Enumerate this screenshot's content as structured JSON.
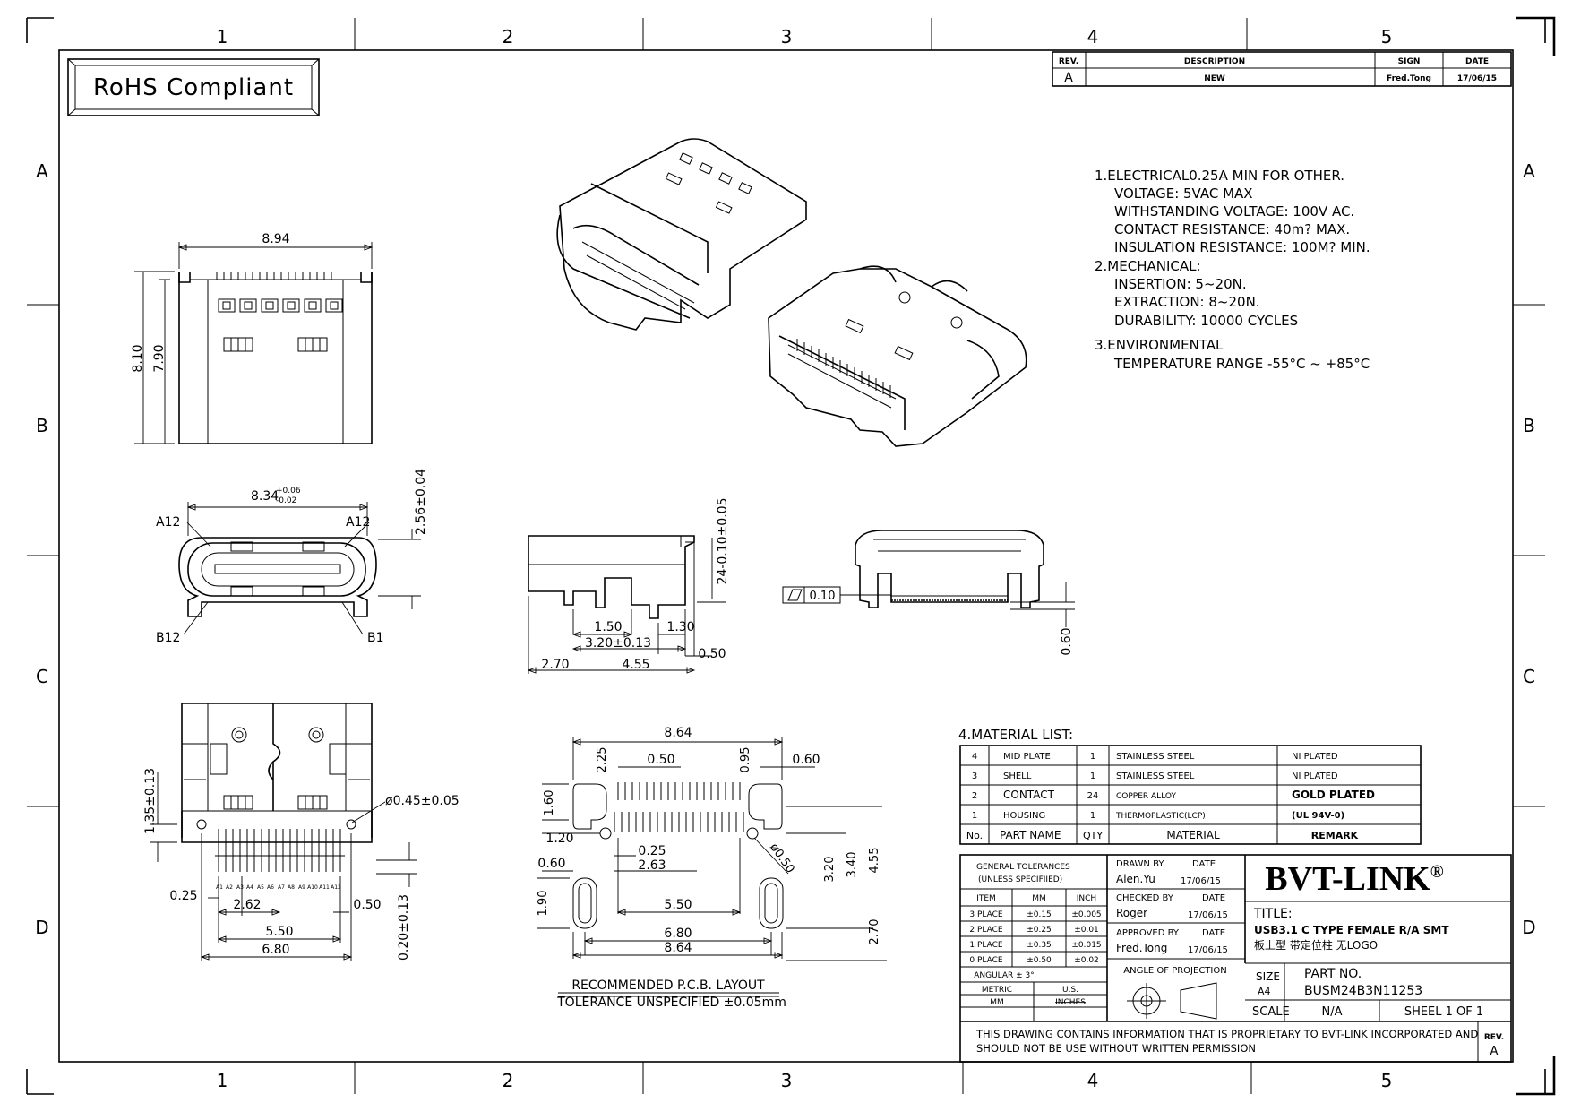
{
  "frame": {
    "columns": [
      "1",
      "2",
      "3",
      "4",
      "5"
    ],
    "rows": [
      "A",
      "B",
      "C",
      "D"
    ]
  },
  "rohs": "RoHS Compliant",
  "revision": {
    "headers": [
      "REV.",
      "DESCRIPTION",
      "SIGN",
      "DATE"
    ],
    "row": [
      "A",
      "NEW",
      "Fred.Tong",
      "17/06/15"
    ]
  },
  "specs": [
    "1.ELECTRICAL0.25A MIN FOR OTHER.",
    "VOLTAGE: 5VAC MAX",
    "WITHSTANDING VOLTAGE: 100V AC.",
    "CONTACT RESISTANCE: 40m? MAX.",
    "INSULATION RESISTANCE: 100M? MIN.",
    "2.MECHANICAL:",
    "INSERTION: 5~20N.",
    "EXTRACTION: 8~20N.",
    "DURABILITY: 10000 CYCLES",
    "3.ENVIRONMENTAL",
    "TEMPERATURE RANGE -55°C ~ +85°C"
  ],
  "top_view": {
    "w": "8.94",
    "h1": "8.10",
    "h2": "7.90"
  },
  "front_view": {
    "w": "8.34",
    "tol_up": "+0.06",
    "tol_dn": "-0.02",
    "h": "2.56±0.04",
    "a12l": "A12",
    "a12r": "A12",
    "b12": "B12",
    "b1": "B1"
  },
  "side_view": {
    "v": "24-0.10±0.05",
    "a": "1.50",
    "b": "1.30",
    "c": "3.20±0.13",
    "d": "0.50",
    "e": "2.70",
    "f": "4.55"
  },
  "rear_view": {
    "flat": "0.10",
    "h": "0.60"
  },
  "bottom_view": {
    "a": "1.35±0.13",
    "hole": "ø0.45±0.05",
    "b": "0.25",
    "c": "2.62",
    "d": "0.50",
    "e": "5.50",
    "f": "6.80",
    "g": "0.20±0.13",
    "pins": [
      "A1",
      "A2",
      "A3",
      "A4",
      "A5",
      "A6",
      "A7",
      "A8",
      "A9",
      "A10",
      "A11",
      "A12"
    ]
  },
  "pcb": {
    "w": "8.64",
    "a": "2.25",
    "b": "0.50",
    "c": "0.95",
    "d": "0.60",
    "e": "1.60",
    "f": "1.20",
    "g": "0.25",
    "h": "2.63",
    "i": "0.60",
    "j": "ø0.50",
    "k": "3.20",
    "l": "3.40",
    "m": "4.55",
    "n": "1.90",
    "o": "5.50",
    "p": "6.80",
    "q": "8.64",
    "r": "2.70",
    "caption1": "RECOMMENDED P.C.B. LAYOUT",
    "caption2": "TOLERANCE UNSPECIFIED ±0.05mm"
  },
  "material": {
    "title": "4.MATERIAL LIST:",
    "header": [
      "No.",
      "PART NAME",
      "QTY",
      "MATERIAL",
      "REMARK"
    ],
    "rows": [
      [
        "4",
        "MID PLATE",
        "1",
        "STAINLESS STEEL",
        "NI PLATED"
      ],
      [
        "3",
        "SHELL",
        "1",
        "STAINLESS STEEL",
        "NI PLATED"
      ],
      [
        "2",
        "CONTACT",
        "24",
        "COPPER ALLOY",
        "GOLD PLATED"
      ],
      [
        "1",
        "HOUSING",
        "1",
        "THERMOPLASTIC(LCP)",
        "(UL 94V-0)"
      ]
    ]
  },
  "tolerances": {
    "title1": "GENERAL TOLERANCES",
    "title2": "(UNLESS SPECIFIIED)",
    "header": [
      "ITEM",
      "MM",
      "INCH"
    ],
    "rows": [
      [
        "3 PLACE",
        "±0.15",
        "±0.005"
      ],
      [
        "2 PLACE",
        "±0.25",
        "±0.01"
      ],
      [
        "1 PLACE",
        "±0.35",
        "±0.015"
      ],
      [
        "0 PLACE",
        "±0.50",
        "±0.02"
      ]
    ],
    "angular": "ANGULAR ± 3°",
    "metric": "METRIC",
    "us": "U.S.",
    "mm": "MM",
    "inches": "INCHES"
  },
  "approvals": {
    "drawn_by": "DRAWN BY",
    "date": "DATE",
    "drawn_name": "Alen.Yu",
    "drawn_date": "17/06/15",
    "checked_by": "CHECKED BY",
    "checked_name": "Roger",
    "checked_date": "17/06/15",
    "approved_by": "APPROVED BY",
    "approved_name": "Fred.Tong",
    "approved_date": "17/06/15",
    "projection": "ANGLE OF PROJECTION"
  },
  "title_block": {
    "brand": "BVT-LINK",
    "reg": "®",
    "title_label": "TITLE:",
    "title": "USB3.1 C TYPE FEMALE R/A SMT",
    "subtitle": "板上型 带定位柱 无LOGO",
    "size_label": "SIZE",
    "size": "A4",
    "part_label": "PART NO.",
    "part": "BUSM24B3N11253",
    "scale_label": "SCALE",
    "scale": "N/A",
    "sheet": "SHEEL 1 OF 1",
    "notice1": "THIS DRAWING CONTAINS INFORMATION THAT IS PROPRIETARY TO BVT-LINK INCORPORATED AND",
    "notice2": "SHOULD NOT BE USE WITHOUT WRITTEN PERMISSION",
    "rev_label": "REV.",
    "rev": "A"
  }
}
